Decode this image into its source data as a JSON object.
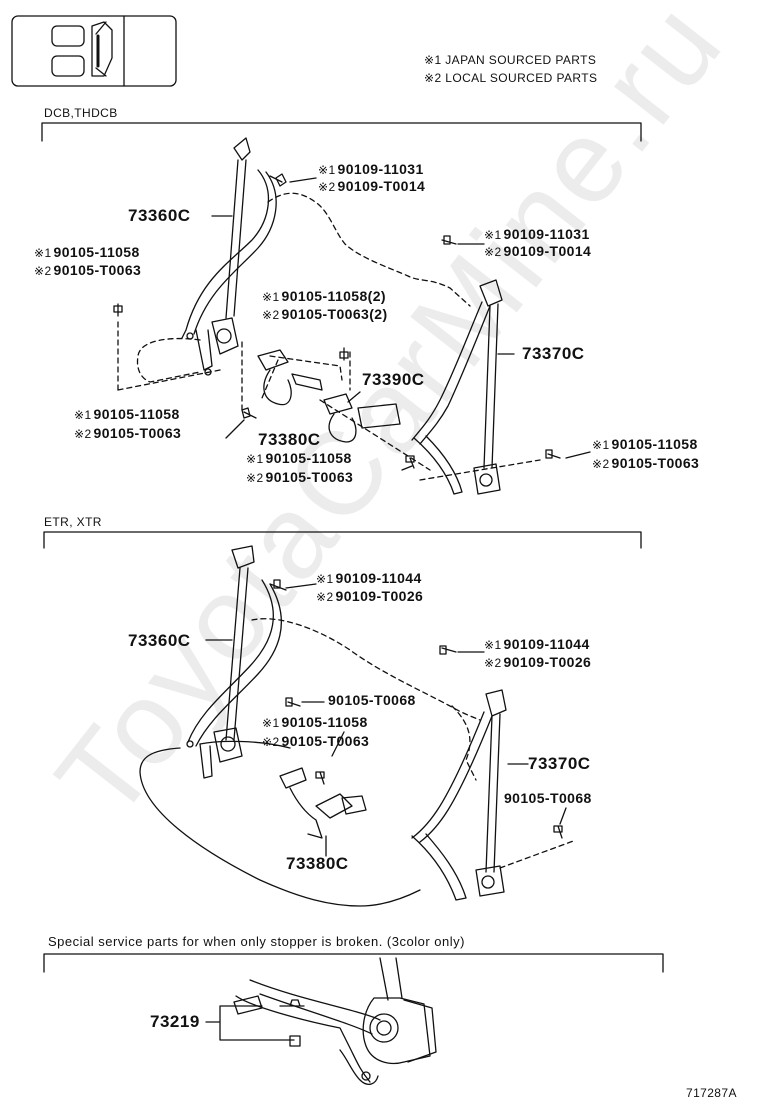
{
  "legend": [
    {
      "mark": "※1",
      "text": "JAPAN SOURCED PARTS"
    },
    {
      "mark": "※2",
      "text": "LOCAL SOURCED PARTS"
    }
  ],
  "watermark": "ToyotaCarMine.ru",
  "sections": [
    {
      "label": "DCB,THDCB"
    },
    {
      "label": "ETR, XTR"
    },
    {
      "label": "Special service parts for when only stopper is broken. (3color only)"
    }
  ],
  "parts": {
    "s1_73360c": "73360C",
    "s1_73370c": "73370C",
    "s1_73390c": "73390C",
    "s1_73380c": "73380C",
    "s2_73360c": "73360C",
    "s2_73370c": "73370C",
    "s2_73380c": "73380C",
    "s3_73219": "73219"
  },
  "codes": {
    "s1_a1": {
      "mark": "※1",
      "code": "90109-11031"
    },
    "s1_a2": {
      "mark": "※2",
      "code": "90109-T0014"
    },
    "s1_b1": {
      "mark": "※1",
      "code": "90109-11031"
    },
    "s1_b2": {
      "mark": "※2",
      "code": "90109-T0014"
    },
    "s1_c1": {
      "mark": "※1",
      "code": "90105-11058"
    },
    "s1_c2": {
      "mark": "※2",
      "code": "90105-T0063"
    },
    "s1_d1": {
      "mark": "※1",
      "code": "90105-11058(2)"
    },
    "s1_d2": {
      "mark": "※2",
      "code": "90105-T0063(2)"
    },
    "s1_e1": {
      "mark": "※1",
      "code": "90105-11058"
    },
    "s1_e2": {
      "mark": "※2",
      "code": "90105-T0063"
    },
    "s1_f1": {
      "mark": "※1",
      "code": "90105-11058"
    },
    "s1_f2": {
      "mark": "※2",
      "code": "90105-T0063"
    },
    "s1_g1": {
      "mark": "※1",
      "code": "90105-11058"
    },
    "s1_g2": {
      "mark": "※2",
      "code": "90105-T0063"
    },
    "s2_a1": {
      "mark": "※1",
      "code": "90109-11044"
    },
    "s2_a2": {
      "mark": "※2",
      "code": "90109-T0026"
    },
    "s2_b1": {
      "mark": "※1",
      "code": "90109-11044"
    },
    "s2_b2": {
      "mark": "※2",
      "code": "90109-T0026"
    },
    "s2_c0": {
      "mark": "",
      "code": "90105-T0068"
    },
    "s2_d1": {
      "mark": "※1",
      "code": "90105-11058"
    },
    "s2_d2": {
      "mark": "※2",
      "code": "90105-T0063"
    },
    "s2_e0": {
      "mark": "",
      "code": "90105-T0068"
    }
  },
  "figure_id": "717287A"
}
